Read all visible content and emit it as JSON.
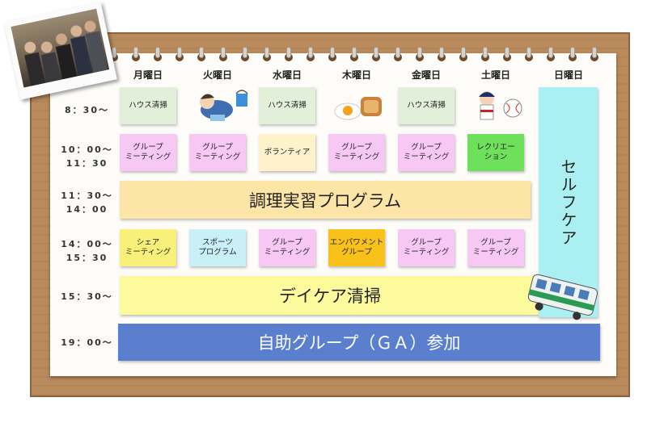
{
  "days": [
    "月曜日",
    "火曜日",
    "水曜日",
    "木曜日",
    "金曜日",
    "土曜日",
    "日曜日"
  ],
  "times": [
    {
      "line1": "8：30～",
      "line2": ""
    },
    {
      "line1": "10：00～",
      "line2": "11：30"
    },
    {
      "line1": "11：30～",
      "line2": "14：00"
    },
    {
      "line1": "14：00～",
      "line2": "15：30"
    },
    {
      "line1": "15：30～",
      "line2": ""
    },
    {
      "line1": "19：00～",
      "line2": ""
    }
  ],
  "row1": {
    "mon": "ハウス清掃",
    "wed": "ハウス清掃",
    "fri": "ハウス清掃"
  },
  "row2": {
    "mon": "グループ\nミーティング",
    "tue": "グループ\nミーティング",
    "wed": "ボランティア",
    "thu": "グループ\nミーティング",
    "fri": "グループ\nミーティング",
    "sat": "レクリエー\nション"
  },
  "cooking": "調理実習プログラム",
  "row4": {
    "mon": "シェア\nミーティング",
    "tue": "スポーツ\nプログラム",
    "wed": "グループ\nミーティング",
    "thu": "エンパワメント\nグループ",
    "fri": "グループ\nミーティング",
    "sat": "グループ\nミーティング"
  },
  "daycare": "デイケア清掃",
  "selfcare": "セルフケア",
  "ga": "自助グループ（ＧＡ）参加",
  "colors": {
    "board": "#b98a5c",
    "ga": "#5b7fcf",
    "cooking": "#fde5a8",
    "daycare": "#fdfa9e",
    "selfcare": "#aaf0f3"
  }
}
